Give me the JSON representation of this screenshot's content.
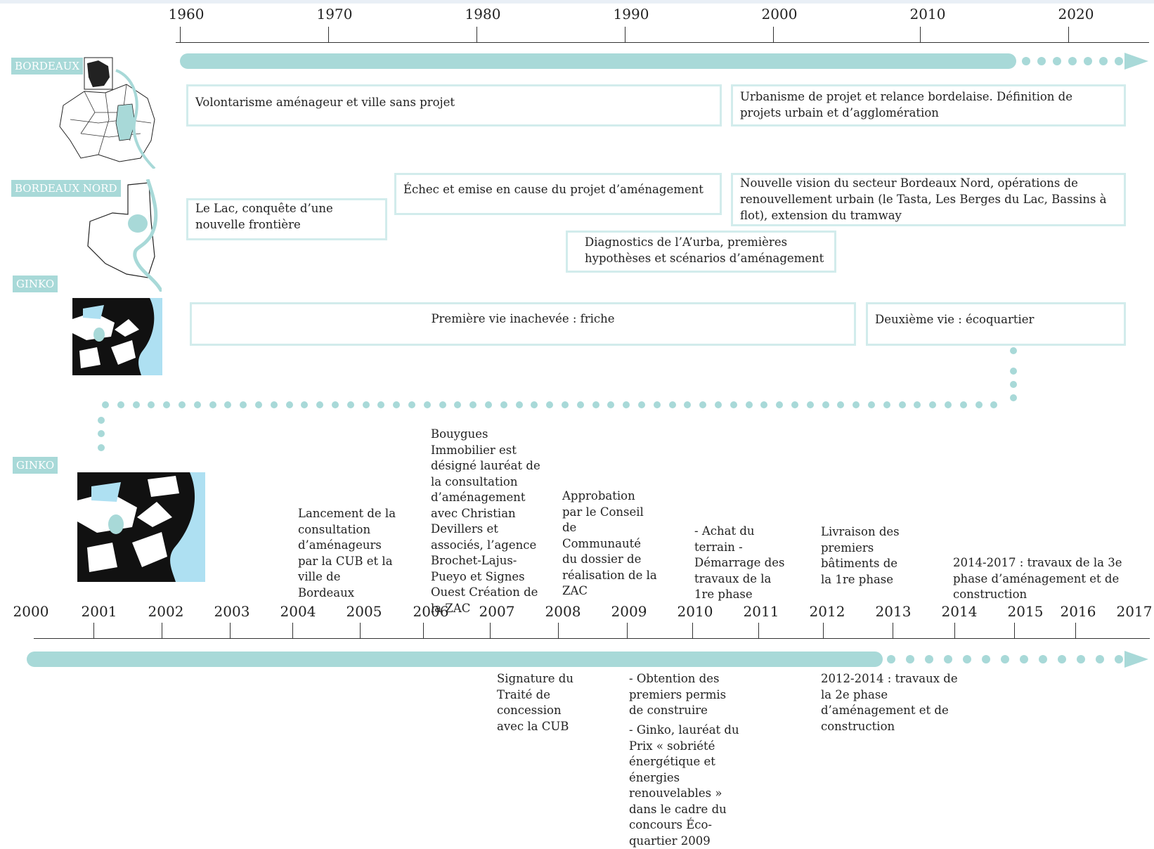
{
  "colors": {
    "accent": "#a8d9d8",
    "box_border": "#d2ecec"
  },
  "top_axis": {
    "years": [
      "1960",
      "1970",
      "1980",
      "1990",
      "2000",
      "2010",
      "2020"
    ]
  },
  "tags": {
    "bordeaux": "BORDEAUX",
    "bordeaux_nord": "BORDEAUX NORD",
    "ginko_top": "GINKO",
    "ginko_bottom": "GINKO"
  },
  "periods": {
    "bordeaux_1": "Volontarisme aménageur et ville sans projet",
    "bordeaux_2": "Urbanisme de projet et relance bordelaise. Définition de projets urbain et d’agglomération",
    "nord_1": "Le Lac, conquête d’une nouvelle frontière",
    "nord_2": "Échec et emise en cause du projet d’aménagement",
    "nord_3": "Nouvelle vision du secteur Bordeaux Nord, opérations de renouvellement urbain (le Tasta, Les Berges du Lac, Bassins à flot), extension du tramway",
    "nord_4": "Diagnostics de l’A’urba, premières hypothèses et scénarios d’aménagement",
    "ginko_1": "Première vie inachevée : friche",
    "ginko_2": "Deuxième vie : écoquartier"
  },
  "bottom_axis": {
    "years": [
      "2000",
      "2001",
      "2002",
      "2003",
      "2004",
      "2005",
      "2006",
      "2007",
      "2008",
      "2009",
      "2010",
      "2011",
      "2012",
      "2013",
      "2014",
      "2015",
      "2016",
      "2017"
    ]
  },
  "events_above": {
    "e2004": "Lancement de la consultation d’aménageurs par la CUB et la ville de Bordeaux",
    "e2006": "Bouygues Immobilier est désigné lauréat de la consultation d’aménagement avec Christian Devillers et associés, l’agence Brochet-Lajus-Pueyo et Signes Ouest Création de la ZAC",
    "e2008": "Approbation par le Conseil de Communauté du dossier de réalisation de la ZAC",
    "e2010": "- Achat du terrain - Démarrage des travaux de la 1re phase",
    "e2012": "Livraison des premiers bâtiments de la 1re phase",
    "e2014": "2014-2017 : travaux de la 3e phase d’aménagement et de construction"
  },
  "events_below": {
    "e2007": "Signature du Traité de concession avec la CUB",
    "e2009a": "- Obtention des premiers permis de construire",
    "e2009b": "- Ginko, lauréat du Prix « sobriété énergétique et énergies renouvelables » dans le cadre du concours Éco-quartier 2009",
    "e2012": "2012-2014 : travaux de la 2e phase d’aménagement et de construction"
  }
}
